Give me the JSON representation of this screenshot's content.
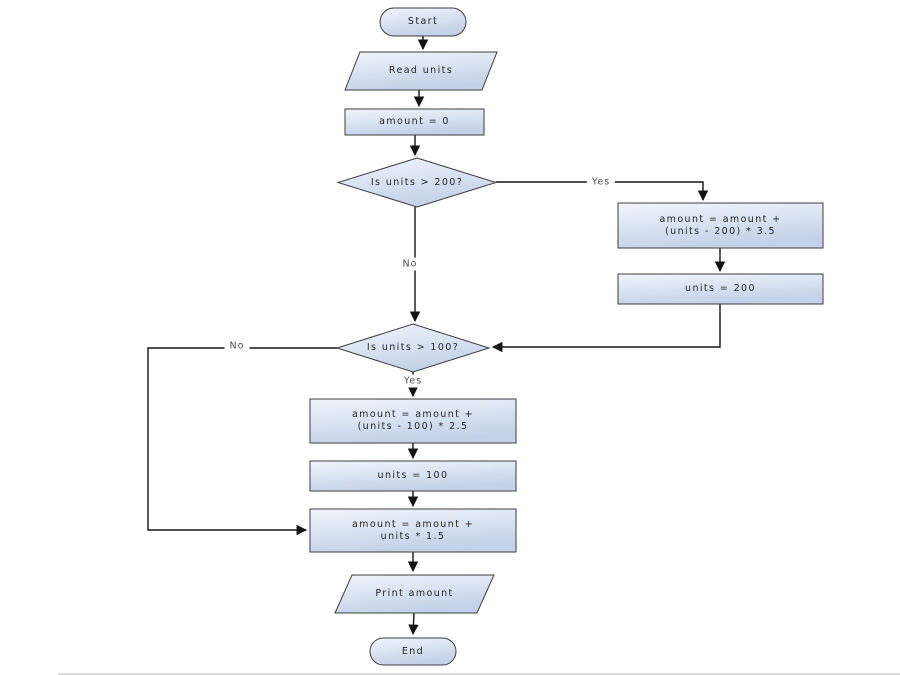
{
  "diagram": {
    "type": "flowchart",
    "description": "Electricity billing amount calculation flowchart",
    "nodes": {
      "start": {
        "label": "Start",
        "shape": "terminator"
      },
      "read_units": {
        "label": "Read units",
        "shape": "parallelogram"
      },
      "init_amount": {
        "label": "amount = 0",
        "shape": "process"
      },
      "check_200": {
        "label": "Is units > 200?",
        "shape": "decision"
      },
      "calc_over_200": {
        "line1": "amount = amount +",
        "line2": "(units - 200) * 3.5",
        "shape": "process"
      },
      "set_units_200": {
        "label": "units = 200",
        "shape": "process"
      },
      "check_100": {
        "label": "Is units > 100?",
        "shape": "decision"
      },
      "calc_over_100": {
        "line1": "amount = amount +",
        "line2": "(units - 100) * 2.5",
        "shape": "process"
      },
      "set_units_100": {
        "label": "units = 100",
        "shape": "process"
      },
      "calc_base": {
        "line1": "amount = amount +",
        "line2": "units  * 1.5",
        "shape": "process"
      },
      "print_amount": {
        "label": "Print amount",
        "shape": "parallelogram"
      },
      "end": {
        "label": "End",
        "shape": "terminator"
      }
    },
    "edge_labels": {
      "yes_200": "Yes",
      "no_200": "No",
      "no_100": "No",
      "yes_100": "Yes"
    },
    "colors": {
      "shape_fill_top": "#f1f5fb",
      "shape_fill_bottom": "#c3d2e8",
      "shape_border": "#3e3e3e",
      "connector": "#141414",
      "node_text": "#262626",
      "edge_label_text": "#4d4d4d",
      "background": "#ffffff"
    }
  }
}
